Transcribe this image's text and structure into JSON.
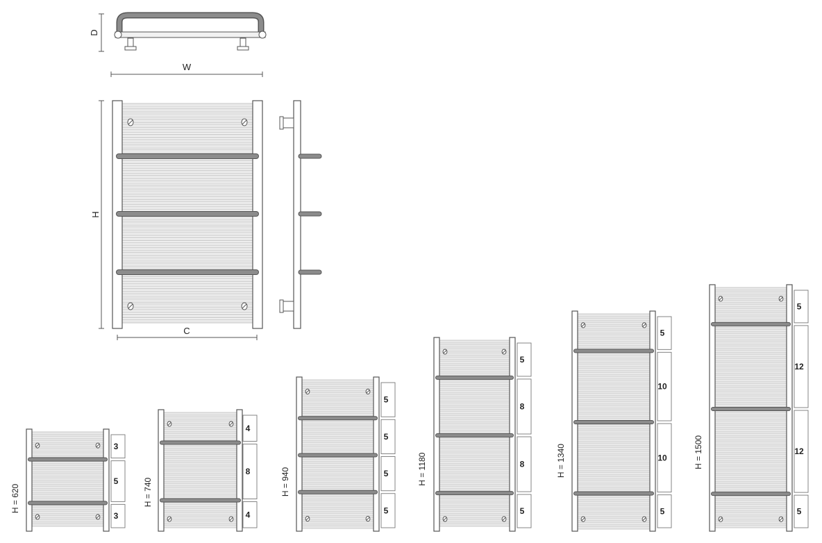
{
  "colors": {
    "frame": "#555555",
    "bar": "#8c8c8c",
    "rung": "#e9e9e9",
    "stroke": "#bdbdbd",
    "box": "#777777"
  },
  "labels": {
    "width": "W",
    "depth": "D",
    "height": "H",
    "center": "C"
  },
  "models": [
    {
      "label": "H = 620",
      "sections": [
        3,
        5,
        3
      ]
    },
    {
      "label": "H = 740",
      "sections": [
        4,
        8,
        4
      ]
    },
    {
      "label": "H = 940",
      "sections": [
        5,
        5,
        5,
        5
      ]
    },
    {
      "label": "H = 1180",
      "sections": [
        5,
        8,
        8,
        5
      ]
    },
    {
      "label": "H = 1340",
      "sections": [
        5,
        10,
        10,
        5
      ]
    },
    {
      "label": "H = 1500",
      "sections": [
        5,
        12,
        12,
        5
      ]
    }
  ]
}
